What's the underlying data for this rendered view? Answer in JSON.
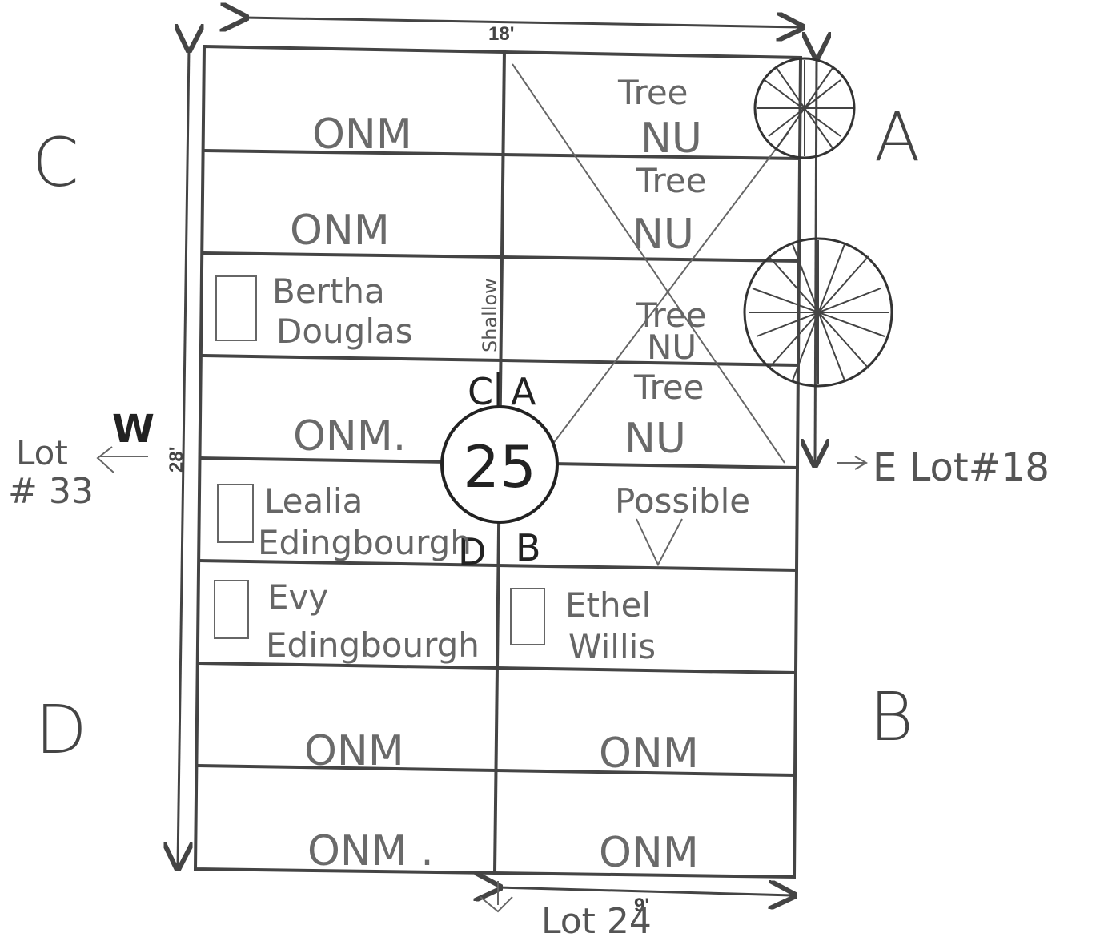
{
  "corner_labels": {
    "a": "A",
    "b": "B",
    "c": "C",
    "d": "D"
  },
  "dimensions": {
    "width": "18'",
    "height": "28'",
    "bottom": "9'"
  },
  "marker": {
    "number": "25",
    "quad_c": "C",
    "quad_a": "A",
    "quad_d": "D",
    "quad_b": "B"
  },
  "adjacent": {
    "west_lot": "Lot",
    "west_num": "# 33",
    "west_dir": "W",
    "east": "E Lot#18",
    "south": "Lot 24"
  },
  "cells": {
    "r1_left": "ONM",
    "r1_right_a": "Tree",
    "r1_right_b": "NU",
    "r2_left": "ONM",
    "r2_right_a": "Tree",
    "r2_right_b": "NU",
    "r3_left_a": "Bertha",
    "r3_left_b": "Douglas",
    "r3_note": "Shallow",
    "r3_right_a": "Tree",
    "r3_right_b": "NU",
    "r4_left": "ONM.",
    "r4_right_a": "Tree",
    "r4_right_b": "NU",
    "r5_left_a": "Lealia",
    "r5_left_b": "Edingbourgh",
    "r5_right": "Possible",
    "r6_left_a": "Evy",
    "r6_left_b": "Edingbourgh",
    "r6_right_a": "Ethel",
    "r6_right_b": "Willis",
    "r7_left": "ONM",
    "r7_right": "ONM",
    "r8_left": "ONM .",
    "r8_right": "ONM"
  }
}
